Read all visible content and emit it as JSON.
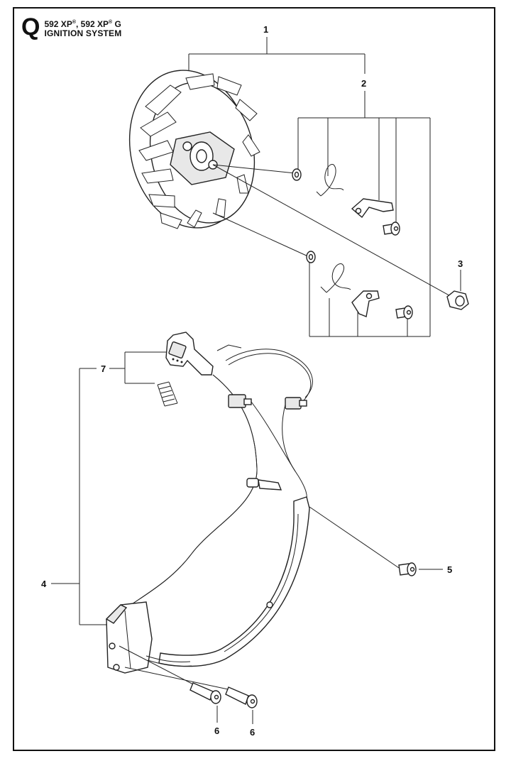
{
  "header": {
    "section_letter": "Q",
    "model_line_a": "592 XP",
    "model_line_b": ", 592 XP",
    "model_line_c": " G",
    "registered_mark": "®",
    "title": "IGNITION SYSTEM"
  },
  "callouts": {
    "c1": "1",
    "c2": "2",
    "c3": "3",
    "c4": "4",
    "c5": "5",
    "c6a": "6",
    "c6b": "6",
    "c7": "7"
  }
}
